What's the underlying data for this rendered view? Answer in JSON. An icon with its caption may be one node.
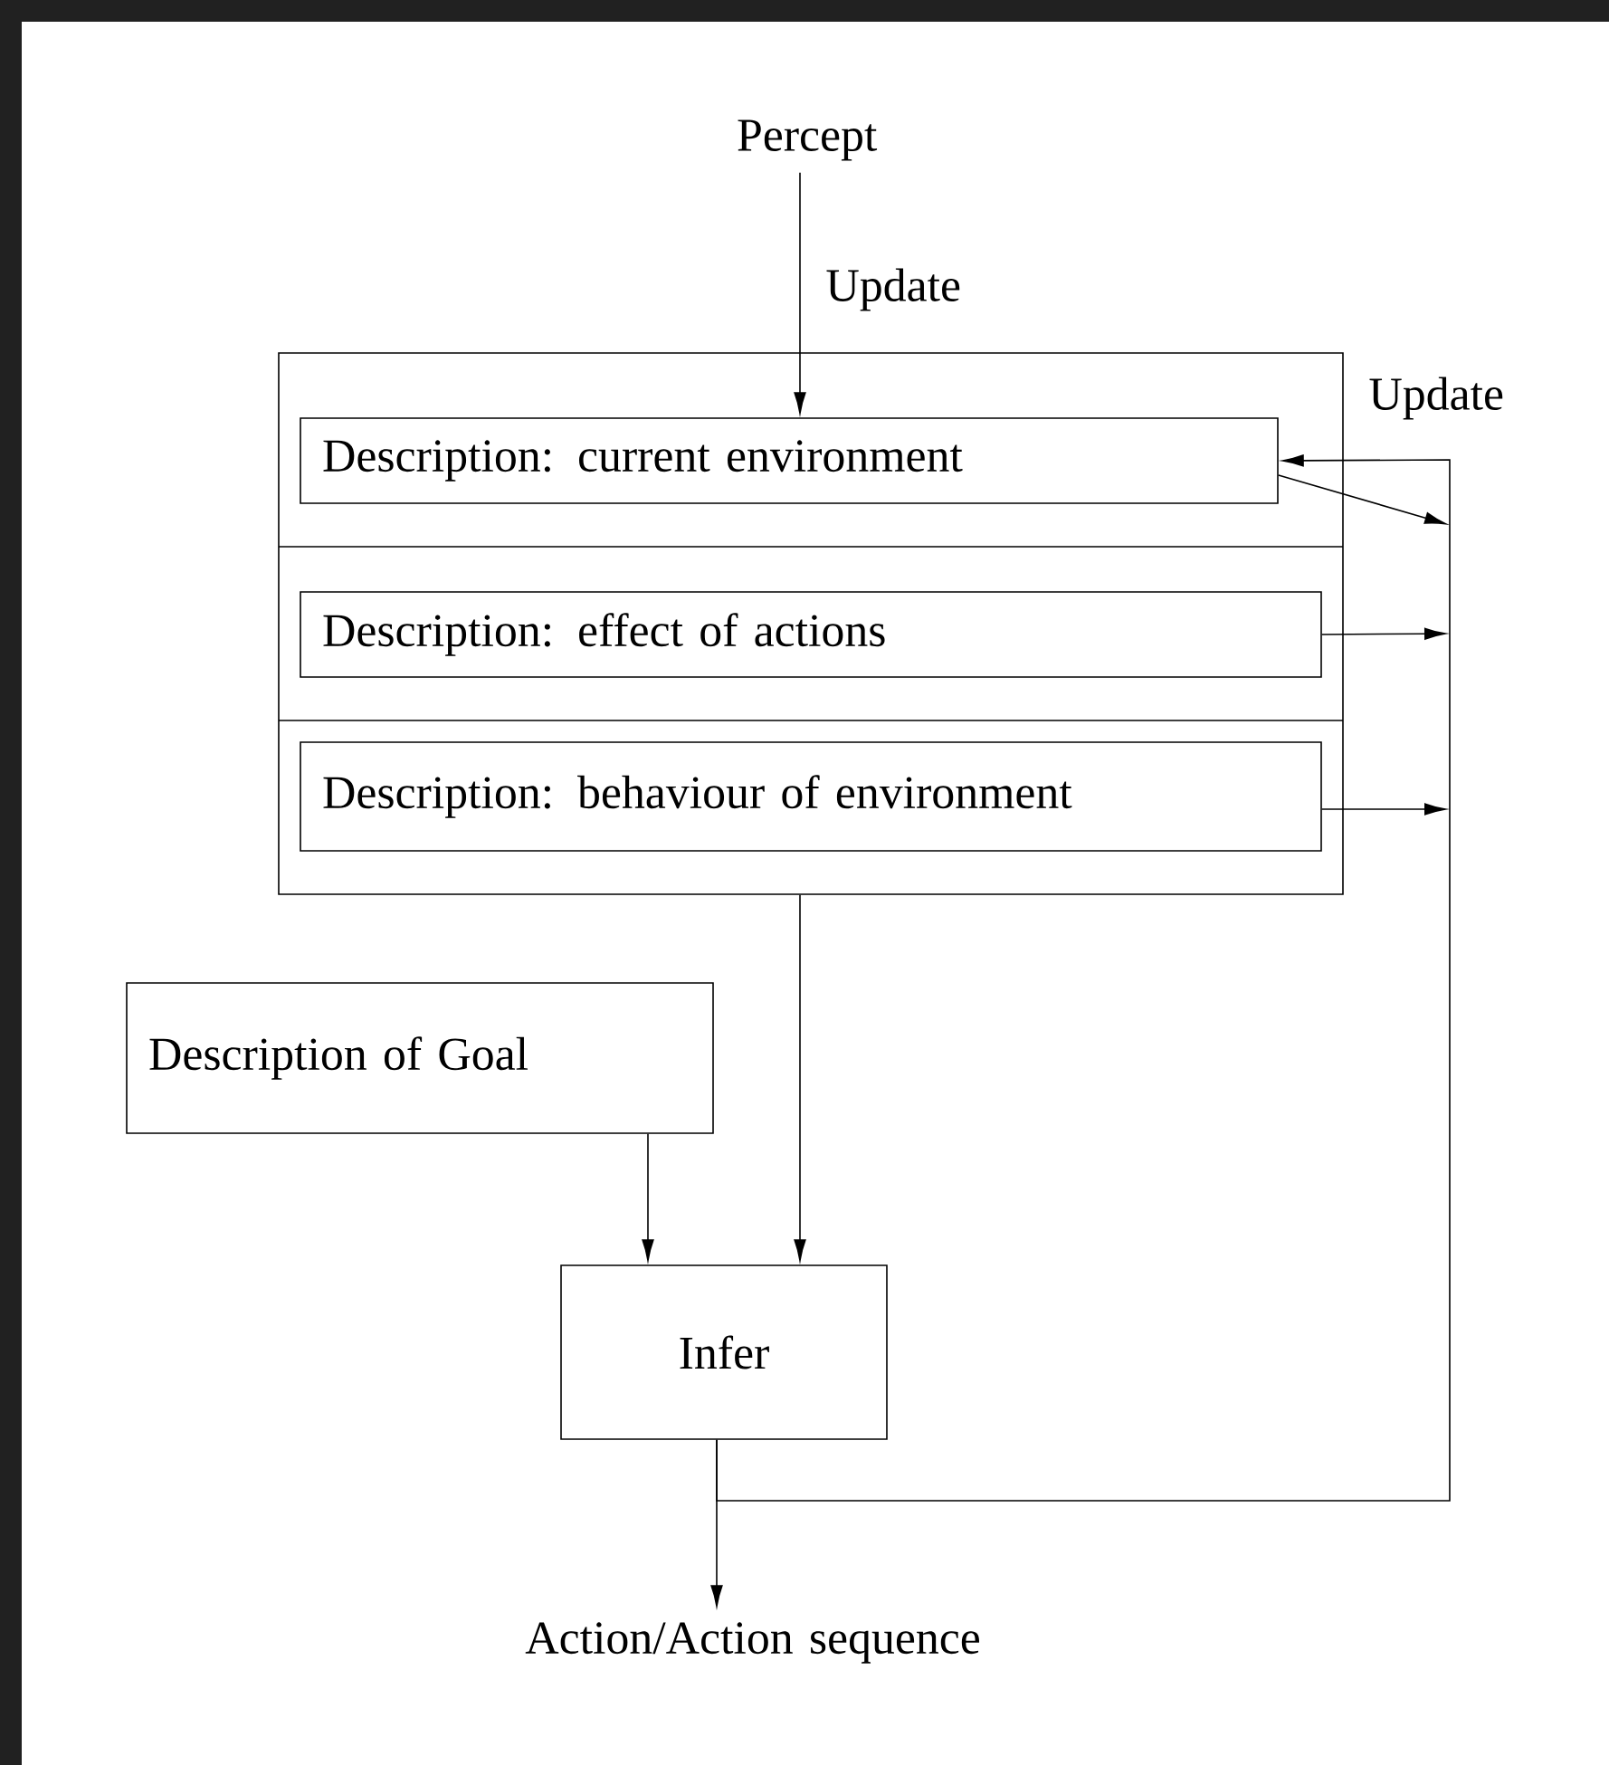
{
  "diagram": {
    "nodes": [
      {
        "text": [
          "Percept"
        ]
      },
      {
        "text": [],
        "shape": "box"
      },
      {
        "text": [
          "Description: current environment"
        ],
        "in": 1
      },
      {
        "text": [
          "Description: effect of actions"
        ],
        "in": 1
      },
      {
        "text": [
          "Description: behaviour of environment"
        ],
        "in": 1
      },
      {
        "text": [
          "Description of Goal"
        ]
      },
      {
        "text": [
          "Infer"
        ]
      },
      {
        "text": [
          "Action/Action sequence"
        ]
      }
    ],
    "edges": [
      {
        "from": 0,
        "to": 2,
        "arrow": "to",
        "label": "Update"
      },
      {
        "from": 2,
        "to": null,
        "arrow": "to"
      },
      {
        "from": 3,
        "to": null,
        "arrow": "to"
      },
      {
        "from": 4,
        "to": null,
        "arrow": "to"
      },
      {
        "from": 1,
        "to": 6,
        "arrow": "to"
      },
      {
        "from": 5,
        "to": 6,
        "arrow": "to"
      },
      {
        "from": 6,
        "to": 2,
        "arrow": "to",
        "label": "Update"
      },
      {
        "from": 6,
        "to": 7,
        "arrow": "to"
      }
    ]
  }
}
